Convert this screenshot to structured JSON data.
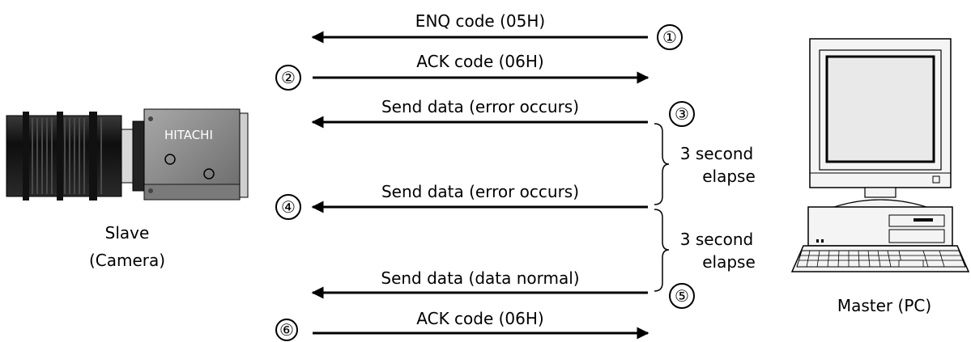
{
  "slave": {
    "label": "Slave",
    "sublabel": "(Camera)",
    "brand": "HITACHI"
  },
  "master": {
    "label": "Master (PC)"
  },
  "steps": [
    {
      "number": "①",
      "message": "ENQ code (05H)"
    },
    {
      "number": "②",
      "message": "ACK code (06H)"
    },
    {
      "number": "③",
      "message": "Send data (error occurs)"
    },
    {
      "number": "④",
      "message": "Send data (error occurs)"
    },
    {
      "number": "⑤",
      "message": "Send data (data normal)"
    },
    {
      "number": "⑥",
      "message": "ACK code (06H)"
    }
  ],
  "intervals": [
    {
      "line1": "3 second",
      "line2": "elapse"
    },
    {
      "line1": "3 second",
      "line2": "elapse"
    }
  ],
  "colors": {
    "line": "#000000",
    "camera_dark": "#1c1c1c",
    "camera_body": "#8a8a8a",
    "monitor_screen": "#e9e9e9"
  }
}
